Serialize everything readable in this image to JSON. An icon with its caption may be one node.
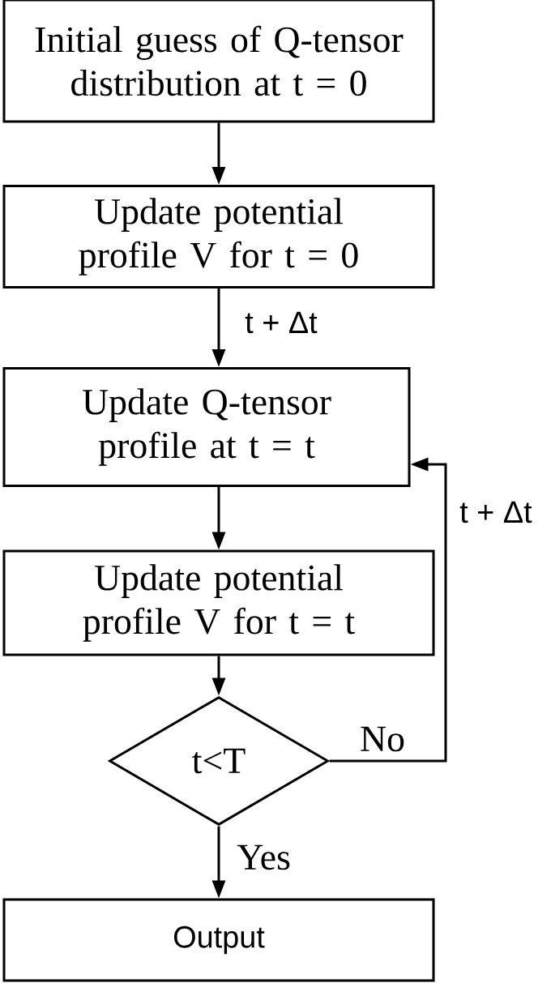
{
  "diagram": {
    "nodes": [
      {
        "text": [
          "Initial guess of Q-tensor distribution at t = 0"
        ]
      },
      {
        "text": [
          "Update potential profile V for t = 0"
        ]
      },
      {
        "text": [
          "Update Q-tensor profile at t = t"
        ]
      },
      {
        "text": [
          "Update potential profile V for t = t"
        ]
      },
      {
        "text": [
          "t<T"
        ]
      },
      {
        "text": [
          "Output"
        ]
      }
    ],
    "edges": [
      {
        "from": 0,
        "to": 1,
        "arrow": "to"
      },
      {
        "from": 1,
        "to": 2,
        "arrow": "to",
        "label": "t + Δt"
      },
      {
        "from": 2,
        "to": 3,
        "arrow": "to"
      },
      {
        "from": 3,
        "to": 4,
        "arrow": "to"
      },
      {
        "from": 4,
        "to": 2,
        "arrow": "to",
        "label": "No"
      },
      {
        "from": 4,
        "to": 5,
        "arrow": "to",
        "label": "Yes"
      }
    ],
    "labels": [
      "t + Δt"
    ]
  }
}
